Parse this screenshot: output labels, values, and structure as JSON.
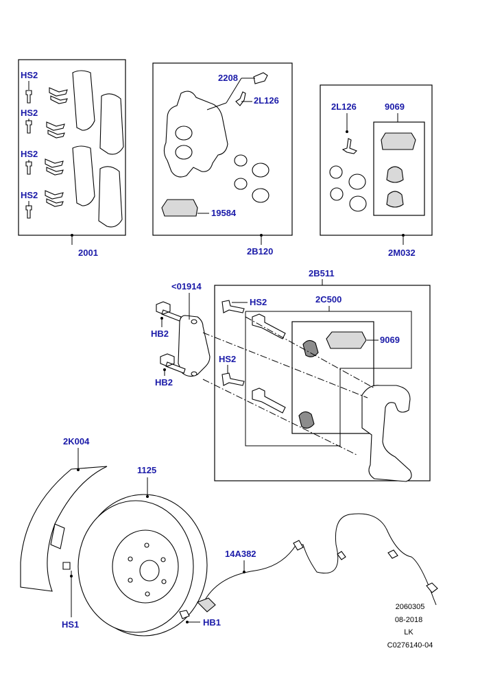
{
  "diagram": {
    "callouts": {
      "hs2_a": "HS2",
      "hs2_b": "HS2",
      "hs2_c": "HS2",
      "hs2_d": "HS2",
      "pads_kit": "2001",
      "bleed_screw": "2208",
      "bracket_top": "2L126",
      "grease": "19584",
      "caliper": "2B120",
      "bracket_right": "2L126",
      "boot_kit": "9069",
      "seal_kit": "2M032",
      "carrier_assy": "2B511",
      "plate": "<01914",
      "hs2_e": "HS2",
      "hb2_a": "HB2",
      "carrier": "2C500",
      "hs2_f": "HS2",
      "boot_kit_2": "9069",
      "hb2_b": "HB2",
      "shield": "2K004",
      "disc": "1125",
      "sensor": "14A382",
      "hs1": "HS1",
      "hb1": "HB1"
    },
    "reference": {
      "line1": "2060305",
      "line2": "08-2018",
      "line3": "LK",
      "line4": "C0276140-04"
    }
  }
}
